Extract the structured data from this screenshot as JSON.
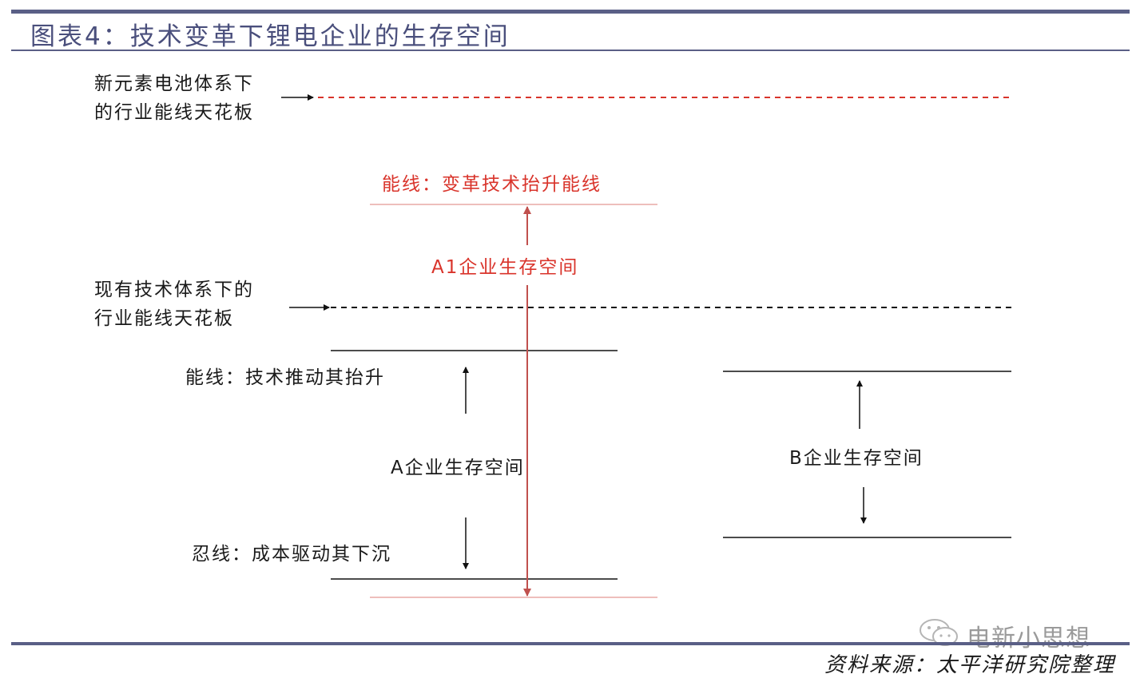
{
  "header": {
    "title": "图表4：技术变革下锂电企业的生存空间",
    "rule_color": "#5a5f86",
    "title_color": "#4a4f7c"
  },
  "diagram": {
    "new_ceiling_label": [
      "新元素电池体系下",
      "的行业能线天花板"
    ],
    "current_ceiling_label": [
      "现有技术体系下的",
      "行业能线天花板"
    ],
    "red_upper_label": "能线：变革技术抬升能线",
    "red_space_label": "A1企业生存空间",
    "upper_capacity_label": "能线：技术推动其抬升",
    "a_space_label": "A企业生存空间",
    "lower_tolerance_label": "忍线：成本驱动其下沉",
    "b_space_label": "B企业生存空间",
    "red_color": "#d9342b",
    "line_color": "#111111"
  },
  "footer": {
    "source": "资料来源：太平洋研究院整理",
    "watermark": "电新小思想"
  }
}
